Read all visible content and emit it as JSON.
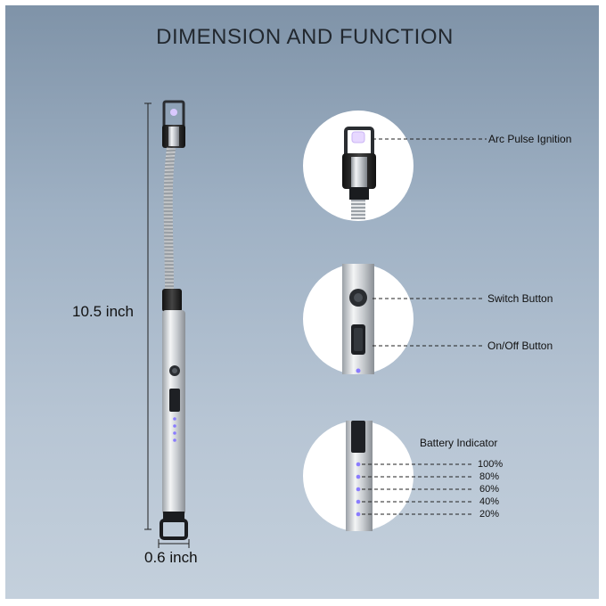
{
  "title": "DIMENSION AND FUNCTION",
  "dimensions": {
    "length": "10.5 inch",
    "width": "0.6 inch"
  },
  "callouts": {
    "arc": "Arc Pulse Ignition",
    "switch": "Switch Button",
    "onoff": "On/Off Button",
    "battery": "Battery Indicator"
  },
  "battery_levels": [
    "100%",
    "80%",
    "60%",
    "40%",
    "20%"
  ],
  "colors": {
    "background_top": "#7f93a8",
    "background_bottom": "#c4d0dc",
    "metal": "#c9ccd1",
    "led": "#8a7cff"
  }
}
